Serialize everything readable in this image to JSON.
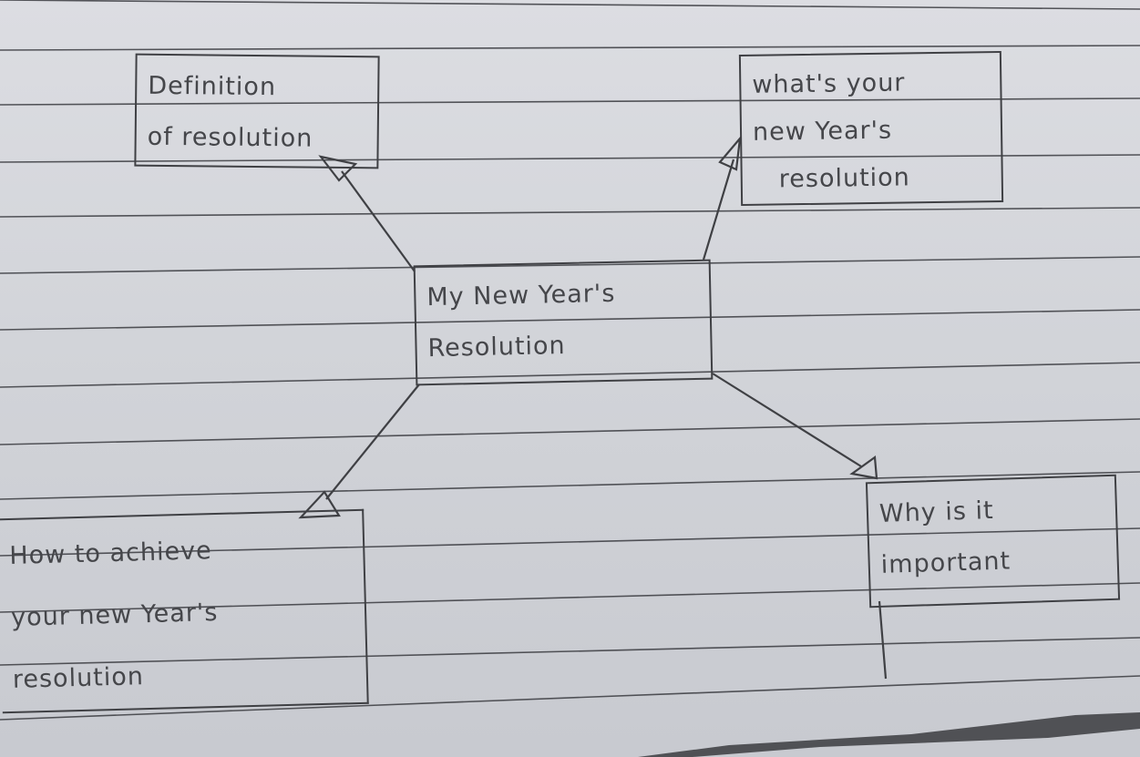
{
  "diagram": {
    "type": "mind-map",
    "medium": "handwritten pencil on lined paper",
    "colors": {
      "paper": "#d6d8dd",
      "ink": "#3f4044",
      "ruled_line": "#3a3b40"
    },
    "center": {
      "lines": [
        "My New Year's",
        "Resolution"
      ]
    },
    "branches": [
      {
        "id": "definition",
        "lines": [
          "Definition",
          "of resolution"
        ]
      },
      {
        "id": "whats-your",
        "lines": [
          "what's your",
          "new Year's",
          "resolution"
        ]
      },
      {
        "id": "how-to-achieve",
        "lines": [
          "How to achieve",
          "your new Year's",
          "resolution"
        ]
      },
      {
        "id": "why-important",
        "lines": [
          "Why is it",
          "important"
        ]
      }
    ],
    "edges": [
      {
        "from": "center",
        "to": "definition",
        "arrow": "open-triangle"
      },
      {
        "from": "center",
        "to": "whats-your",
        "arrow": "open-triangle"
      },
      {
        "from": "center",
        "to": "how-to-achieve",
        "arrow": "open-triangle"
      },
      {
        "from": "center",
        "to": "why-important",
        "arrow": "open-triangle"
      }
    ]
  }
}
